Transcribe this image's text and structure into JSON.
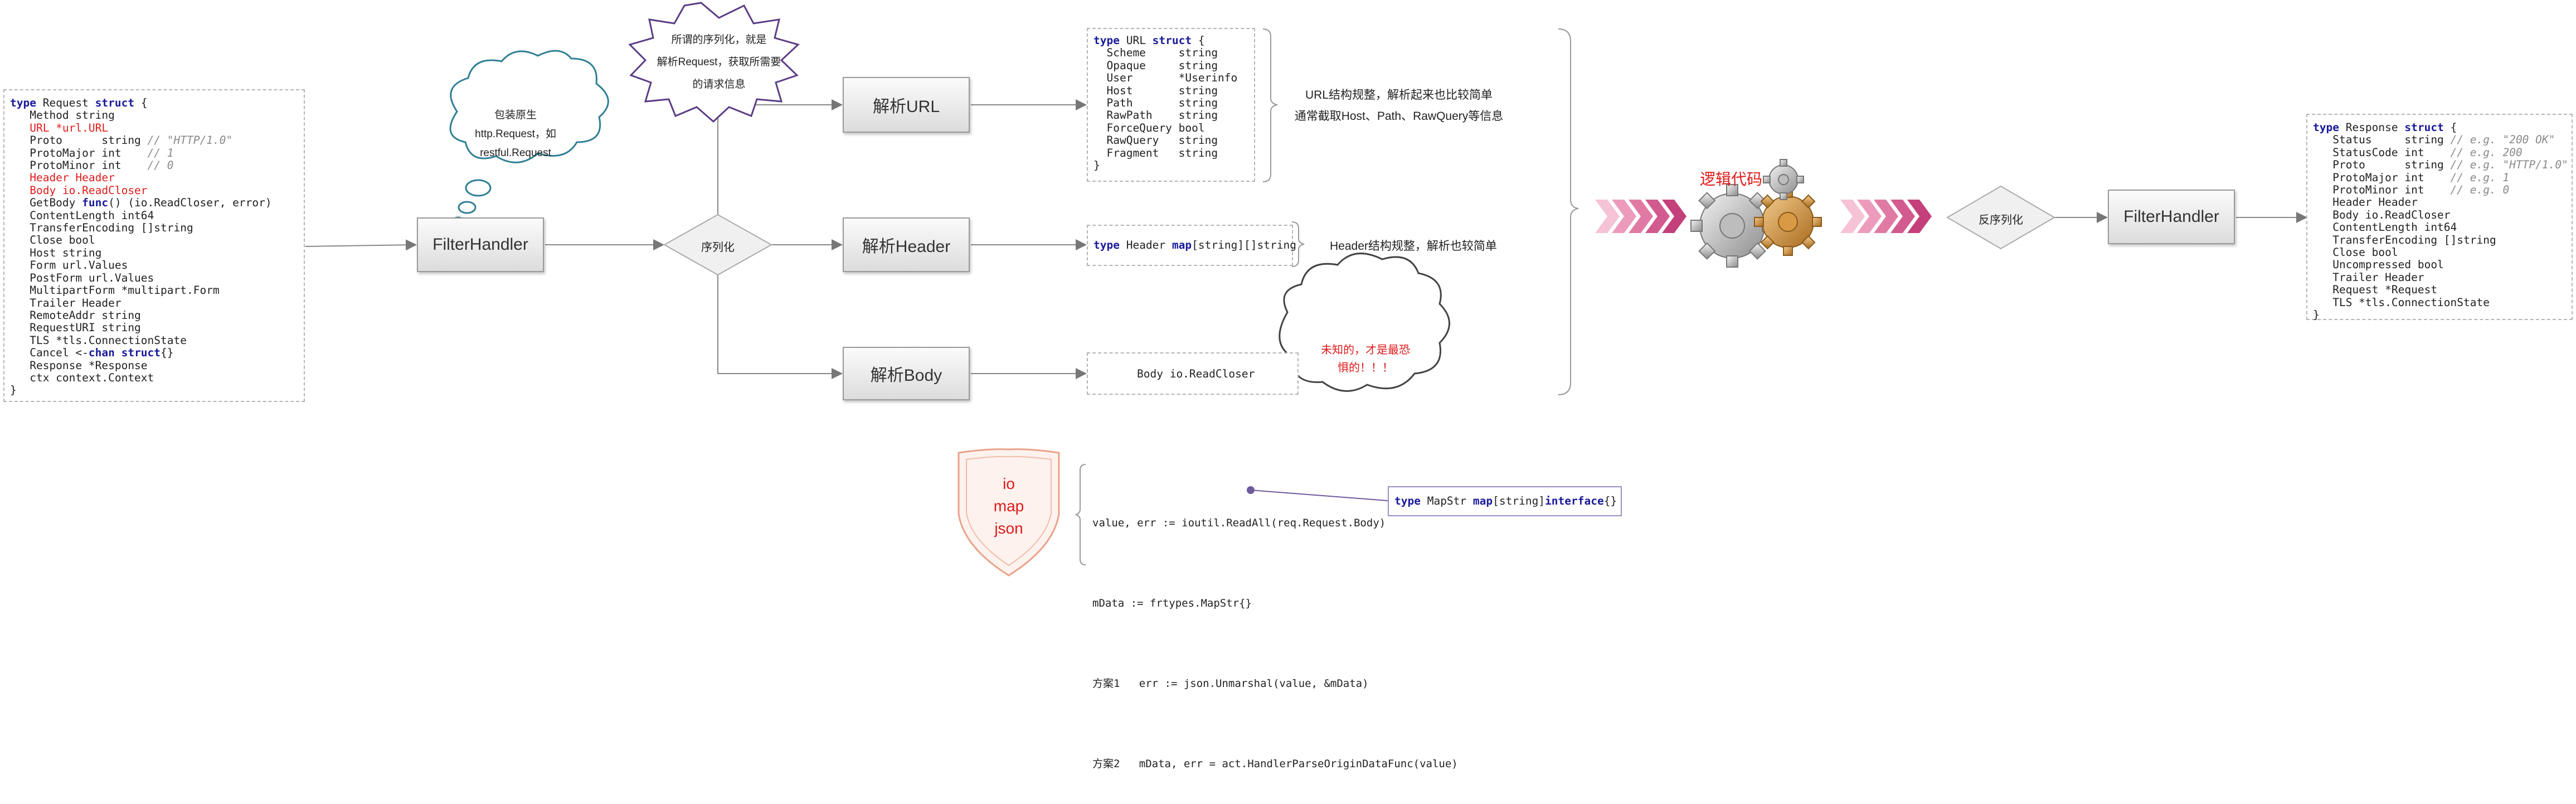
{
  "request_code": {
    "lines": [
      [
        {
          "t": "type",
          "c": "kw"
        },
        {
          "t": " Request "
        },
        {
          "t": "struct",
          "c": "kw"
        },
        {
          "t": " {"
        }
      ],
      [
        {
          "t": "   Method string"
        }
      ],
      [
        {
          "t": "   URL *url.URL",
          "c": "red"
        }
      ],
      [
        {
          "t": "   Proto      string "
        },
        {
          "t": "// \"HTTP/1.0\"",
          "c": "cm"
        }
      ],
      [
        {
          "t": "   ProtoMajor int    "
        },
        {
          "t": "// 1",
          "c": "cm"
        }
      ],
      [
        {
          "t": "   ProtoMinor int    "
        },
        {
          "t": "// 0",
          "c": "cm"
        }
      ],
      [
        {
          "t": "   Header Header",
          "c": "red"
        }
      ],
      [
        {
          "t": "   Body io.ReadCloser",
          "c": "red"
        }
      ],
      [
        {
          "t": "   GetBody "
        },
        {
          "t": "func",
          "c": "kw"
        },
        {
          "t": "() (io.ReadCloser, error)"
        }
      ],
      [
        {
          "t": "   ContentLength int64"
        }
      ],
      [
        {
          "t": "   TransferEncoding []string"
        }
      ],
      [
        {
          "t": "   Close bool"
        }
      ],
      [
        {
          "t": "   Host string"
        }
      ],
      [
        {
          "t": "   Form url.Values"
        }
      ],
      [
        {
          "t": "   PostForm url.Values"
        }
      ],
      [
        {
          "t": "   MultipartForm *multipart.Form"
        }
      ],
      [
        {
          "t": "   Trailer Header"
        }
      ],
      [
        {
          "t": "   RemoteAddr string"
        }
      ],
      [
        {
          "t": "   RequestURI string"
        }
      ],
      [
        {
          "t": "   TLS *tls.ConnectionState"
        }
      ],
      [
        {
          "t": "   Cancel <-"
        },
        {
          "t": "chan struct",
          "c": "kw"
        },
        {
          "t": "{}"
        }
      ],
      [
        {
          "t": "   Response *Response"
        }
      ],
      [
        {
          "t": "   ctx context.Context"
        }
      ],
      [
        {
          "t": "}"
        }
      ]
    ]
  },
  "response_code": {
    "lines": [
      [
        {
          "t": "type",
          "c": "kw"
        },
        {
          "t": " Response "
        },
        {
          "t": "struct",
          "c": "kw"
        },
        {
          "t": " {"
        }
      ],
      [
        {
          "t": "   Status     string "
        },
        {
          "t": "// e.g. \"200 OK\"",
          "c": "cm"
        }
      ],
      [
        {
          "t": "   StatusCode int    "
        },
        {
          "t": "// e.g. 200",
          "c": "cm"
        }
      ],
      [
        {
          "t": "   Proto      string "
        },
        {
          "t": "// e.g. \"HTTP/1.0\"",
          "c": "cm"
        }
      ],
      [
        {
          "t": "   ProtoMajor int    "
        },
        {
          "t": "// e.g. 1",
          "c": "cm"
        }
      ],
      [
        {
          "t": "   ProtoMinor int    "
        },
        {
          "t": "// e.g. 0",
          "c": "cm"
        }
      ],
      [
        {
          "t": "   Header Header"
        }
      ],
      [
        {
          "t": "   Body io.ReadCloser"
        }
      ],
      [
        {
          "t": "   ContentLength int64"
        }
      ],
      [
        {
          "t": "   TransferEncoding []string"
        }
      ],
      [
        {
          "t": "   Close bool"
        }
      ],
      [
        {
          "t": "   Uncompressed bool"
        }
      ],
      [
        {
          "t": "   Trailer Header"
        }
      ],
      [
        {
          "t": "   Request *Request"
        }
      ],
      [
        {
          "t": "   TLS *tls.ConnectionState"
        }
      ],
      [
        {
          "t": "}"
        }
      ]
    ]
  },
  "url_code": {
    "lines": [
      [
        {
          "t": "type",
          "c": "kw"
        },
        {
          "t": " URL "
        },
        {
          "t": "struct",
          "c": "kw"
        },
        {
          "t": " {"
        }
      ],
      [
        {
          "t": "  Scheme     string"
        }
      ],
      [
        {
          "t": "  Opaque     string"
        }
      ],
      [
        {
          "t": "  User       *Userinfo"
        }
      ],
      [
        {
          "t": "  Host       string"
        }
      ],
      [
        {
          "t": "  Path       string"
        }
      ],
      [
        {
          "t": "  RawPath    string"
        }
      ],
      [
        {
          "t": "  ForceQuery bool"
        }
      ],
      [
        {
          "t": "  RawQuery   string"
        }
      ],
      [
        {
          "t": "  Fragment   string"
        }
      ],
      [
        {
          "t": "}"
        }
      ]
    ]
  },
  "header_code": [
    {
      "t": "type",
      "c": "kw"
    },
    {
      "t": " Header "
    },
    {
      "t": "map",
      "c": "kw"
    },
    {
      "t": "[string][]string"
    }
  ],
  "body_code": "Body io.ReadCloser",
  "mapstr_code": [
    {
      "t": "type",
      "c": "kw"
    },
    {
      "t": " MapStr "
    },
    {
      "t": "map",
      "c": "kw"
    },
    {
      "t": "[string]"
    },
    {
      "t": "interface",
      "c": "kw"
    },
    {
      "t": "{}"
    }
  ],
  "nodes": {
    "filter_in": "FilterHandler",
    "serialize": "序列化",
    "parse_url": "解析URL",
    "parse_header": "解析Header",
    "parse_body": "解析Body",
    "deserialize": "反序列化",
    "filter_out": "FilterHandler"
  },
  "notes": {
    "cloud_wrap": [
      "包装原生",
      "http.Request，如",
      "restful.Request"
    ],
    "burst": [
      "所谓的序列化，就是",
      "解析Request，获取所需要",
      "的请求信息"
    ],
    "url_note": [
      "URL结构规整，解析起来也比较简单",
      "通常截取Host、Path、RawQuery等信息"
    ],
    "header_note": "Header结构规整，解析也较简单",
    "body_cloud": [
      "未知的，才是最恐",
      "惧的！！！"
    ],
    "logic": "逻辑代码",
    "shield": [
      "io",
      "map",
      "json"
    ]
  },
  "bottom_code": [
    "value, err := ioutil.ReadAll(req.Request.Body)",
    "mData := frtypes.MapStr{}",
    "方案1   err := json.Unmarshal(value, &mData)",
    "方案2   mData, err = act.HandlerParseOriginDataFunc(value)"
  ],
  "colors": {
    "accent_red": "#e01b1b",
    "keyword": "#1a1a9c",
    "cloud_stroke": "#2f7f94",
    "burst_stroke": "#5a3d86",
    "chevron": "#c4407a",
    "shield": "#e9a38a"
  }
}
